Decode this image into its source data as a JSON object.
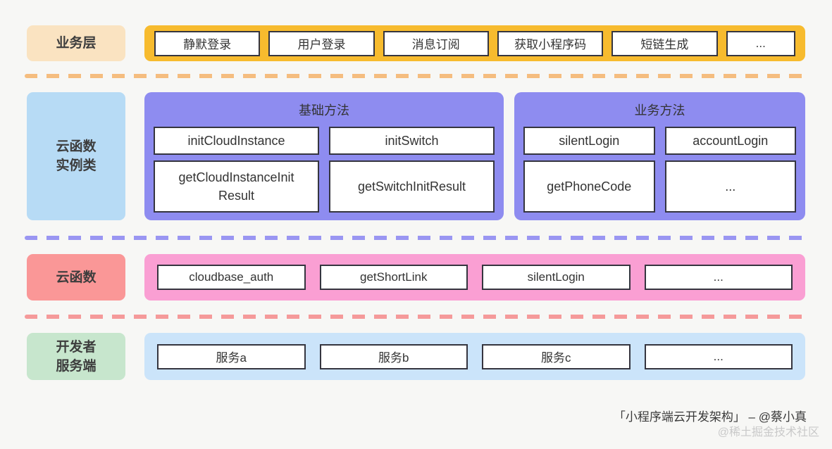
{
  "layer1": {
    "label": "业务层",
    "boxes": [
      "静默登录",
      "用户登录",
      "消息订阅",
      "获取小程序码",
      "短链生成",
      "..."
    ]
  },
  "layer2": {
    "label_line1": "云函数",
    "label_line2": "实例类",
    "panels": [
      {
        "title": "基础方法",
        "boxes": [
          "initCloudInstance",
          "initSwitch",
          "getCloudInstanceInitResult",
          "getSwitchInitResult"
        ]
      },
      {
        "title": "业务方法",
        "boxes": [
          "silentLogin",
          "accountLogin",
          "getPhoneCode",
          "..."
        ]
      }
    ]
  },
  "layer3": {
    "label": "云函数",
    "boxes": [
      "cloudbase_auth",
      "getShortLink",
      "silentLogin",
      "..."
    ]
  },
  "layer4": {
    "label_line1": "开发者",
    "label_line2": "服务端",
    "boxes": [
      "服务a",
      "服务b",
      "服务c",
      "..."
    ]
  },
  "footer": {
    "caption": "「小程序端云开发架构」 – @蔡小真",
    "watermark": "@稀土掘金技术社区"
  },
  "colors": {
    "page_bg": "#f7f7f5",
    "layer1_label_bg": "#fae3c1",
    "layer1_container_bg": "#f7bb2e",
    "sep1": "#f5bd7f",
    "layer2_label_bg": "#b7dbf5",
    "layer2_panel_bg": "#8e8cf0",
    "sep2": "#9a96f2",
    "layer3_label_bg": "#fa9797",
    "layer3_container_bg": "#fa9fd3",
    "sep3": "#f59a9a",
    "layer4_label_bg": "#c7e6cd",
    "layer4_container_bg": "#cbe4fa",
    "box_border": "#35353f",
    "text": "#333333"
  }
}
